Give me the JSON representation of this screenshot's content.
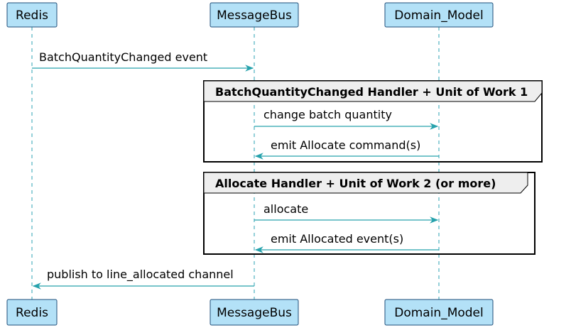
{
  "participants": [
    "Redis",
    "MessageBus",
    "Domain_Model"
  ],
  "groups": [
    {
      "title": "BatchQuantityChanged Handler + Unit of Work 1"
    },
    {
      "title": "Allocate Handler + Unit of Work 2 (or more)"
    }
  ],
  "messages": [
    {
      "from": "Redis",
      "to": "MessageBus",
      "label": "BatchQuantityChanged event"
    },
    {
      "from": "MessageBus",
      "to": "Domain_Model",
      "label": "change batch quantity"
    },
    {
      "from": "Domain_Model",
      "to": "MessageBus",
      "label": "emit Allocate command(s)"
    },
    {
      "from": "MessageBus",
      "to": "Domain_Model",
      "label": "allocate"
    },
    {
      "from": "Domain_Model",
      "to": "MessageBus",
      "label": "emit Allocated event(s)"
    },
    {
      "from": "MessageBus",
      "to": "Redis",
      "label": "publish to line_allocated channel"
    }
  ],
  "colors": {
    "participant_fill": "#b3e1f7",
    "participant_border": "#1f4e79",
    "lifeline": "#2aa0b3",
    "arrow": "#26a2ac",
    "group_tab": "#eeeeee"
  }
}
